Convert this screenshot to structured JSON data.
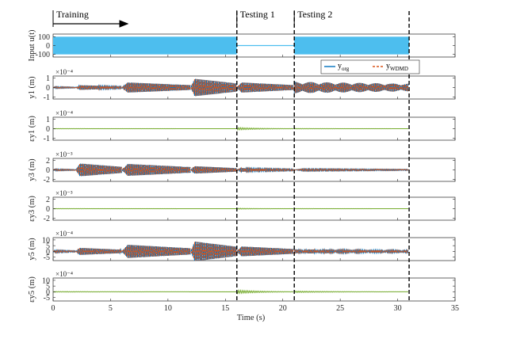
{
  "colors": {
    "input": "#4dbeee",
    "original": "#0072bd",
    "wdmd": "#d95319",
    "error": "#77ac30",
    "axis": "#262626",
    "divider": "#000000"
  },
  "phases": [
    {
      "label": "Training",
      "x_start": 0,
      "arrow_to": 6.5
    },
    {
      "label": "Testing 1",
      "x_start": 16,
      "arrow_to": null
    },
    {
      "label": "Testing 2",
      "x_start": 21,
      "arrow_to": null
    }
  ],
  "phase_boundaries": [
    16,
    21,
    31
  ],
  "xlabel": "Time (s)",
  "x_ticks": [
    "0",
    "5",
    "10",
    "15",
    "20",
    "25",
    "30",
    "35"
  ],
  "legend": {
    "entries": [
      {
        "main": "y",
        "sub": "org",
        "style": "solid"
      },
      {
        "main": "y",
        "sub": "WDMD",
        "style": "dashed"
      }
    ]
  },
  "chart_data": [
    {
      "type": "area",
      "ylabel": "Input u(t)",
      "exponent": "",
      "y_ticks": [
        "100",
        "0",
        "-100"
      ],
      "xlim": [
        0,
        35
      ],
      "ylim": [
        -130,
        130
      ],
      "series": [
        {
          "kind": "input",
          "segments": [
            {
              "x": [
                0,
                16
              ],
              "amplitude": 100
            },
            {
              "x": [
                16,
                21
              ],
              "amplitude": 0
            },
            {
              "x": [
                21,
                31
              ],
              "amplitude": 100
            }
          ]
        }
      ]
    },
    {
      "type": "line",
      "ylabel": "y1 (m)",
      "exponent": "×10⁻⁴",
      "y_ticks": [
        "1",
        "0",
        "-1"
      ],
      "xlim": [
        0,
        35
      ],
      "ylim": [
        -1.2,
        1.2
      ],
      "series": [
        {
          "kind": "response",
          "segments": [
            {
              "x": [
                0,
                2
              ],
              "peak": 0.1
            },
            {
              "x": [
                2,
                6
              ],
              "peak": 0.25
            },
            {
              "x": [
                6,
                12
              ],
              "peak": 0.55
            },
            {
              "x": [
                12,
                16
              ],
              "peak": 0.95
            },
            {
              "x": [
                16,
                21
              ],
              "peak": 0.55
            },
            {
              "x": [
                21,
                31
              ],
              "peak": 0.6,
              "beating": true
            }
          ]
        }
      ]
    },
    {
      "type": "line",
      "ylabel": "εy1 (m)",
      "exponent": "×10⁻⁴",
      "y_ticks": [
        "1",
        "0",
        "-1"
      ],
      "xlim": [
        0,
        35
      ],
      "ylim": [
        -1.2,
        1.2
      ],
      "series": [
        {
          "kind": "error",
          "segments": [
            {
              "x": [
                0,
                16
              ],
              "peak": 0.02
            },
            {
              "x": [
                16,
                21
              ],
              "peak": 0.12
            },
            {
              "x": [
                21,
                31
              ],
              "peak": 0.03
            }
          ]
        }
      ]
    },
    {
      "type": "line",
      "ylabel": "y3 (m)",
      "exponent": "×10⁻³",
      "y_ticks": [
        "2",
        "0",
        "-2"
      ],
      "xlim": [
        0,
        35
      ],
      "ylim": [
        -2.4,
        2.4
      ],
      "series": [
        {
          "kind": "response",
          "segments": [
            {
              "x": [
                0,
                2
              ],
              "peak": 0.2
            },
            {
              "x": [
                2,
                6
              ],
              "peak": 1.4
            },
            {
              "x": [
                6,
                12
              ],
              "peak": 1.3
            },
            {
              "x": [
                12,
                16
              ],
              "peak": 0.8
            },
            {
              "x": [
                16,
                21
              ],
              "peak": 0.4
            },
            {
              "x": [
                21,
                31
              ],
              "peak": 0.25
            }
          ]
        }
      ]
    },
    {
      "type": "line",
      "ylabel": "εy3 (m)",
      "exponent": "×10⁻³",
      "y_ticks": [
        "2",
        "0",
        "-2"
      ],
      "xlim": [
        0,
        35
      ],
      "ylim": [
        -2.4,
        2.4
      ],
      "series": [
        {
          "kind": "error",
          "segments": [
            {
              "x": [
                0,
                16
              ],
              "peak": 0.04
            },
            {
              "x": [
                16,
                21
              ],
              "peak": 0.1
            },
            {
              "x": [
                21,
                31
              ],
              "peak": 0.04
            }
          ]
        }
      ]
    },
    {
      "type": "line",
      "ylabel": "y5 (m)",
      "exponent": "×10⁻⁴",
      "y_ticks": [
        "10",
        "5",
        "0",
        "-5"
      ],
      "xlim": [
        0,
        35
      ],
      "ylim": [
        -8,
        12
      ],
      "series": [
        {
          "kind": "response",
          "segments": [
            {
              "x": [
                0,
                2
              ],
              "peak": 1.2
            },
            {
              "x": [
                2,
                6
              ],
              "peak": 3.2
            },
            {
              "x": [
                6,
                12
              ],
              "peak": 6.0
            },
            {
              "x": [
                12,
                16
              ],
              "peak": 9.0
            },
            {
              "x": [
                16,
                21
              ],
              "peak": 4.5
            },
            {
              "x": [
                21,
                31
              ],
              "peak": 1.8,
              "beating": true
            }
          ]
        }
      ]
    },
    {
      "type": "line",
      "ylabel": "εy5 (m)",
      "exponent": "×10⁻⁴",
      "y_ticks": [
        "10",
        "5",
        "0",
        "-5"
      ],
      "xlim": [
        0,
        35
      ],
      "ylim": [
        -8,
        12
      ],
      "series": [
        {
          "kind": "error",
          "segments": [
            {
              "x": [
                0,
                16
              ],
              "peak": 0.3
            },
            {
              "x": [
                16,
                21
              ],
              "peak": 1.4
            },
            {
              "x": [
                21,
                31
              ],
              "peak": 0.6
            }
          ]
        }
      ]
    }
  ]
}
